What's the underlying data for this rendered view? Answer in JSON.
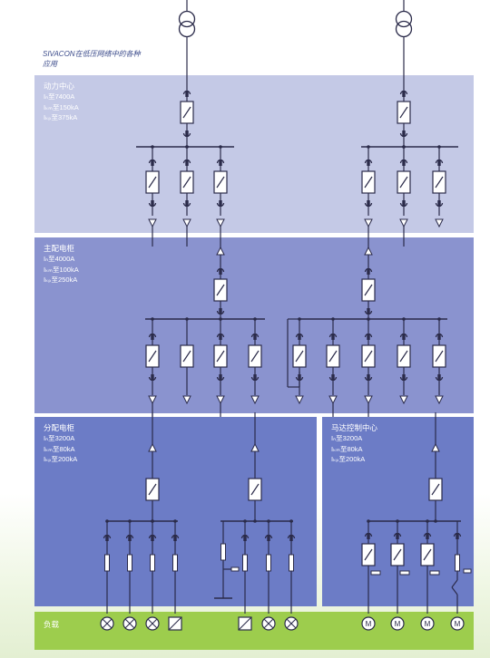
{
  "title": "SIVACON在低压网络中的各种应用",
  "sections": {
    "power_center": {
      "name": "动力中心",
      "specs": [
        "Iₙ至7400A",
        "Iₖₘ至150kA",
        "Iₖₚ至375kA"
      ],
      "color": "#c4c9e6"
    },
    "main_distribution": {
      "name": "主配电柜",
      "specs": [
        "Iₙ至4000A",
        "Iₖₘ至100kA",
        "Iₖₚ至250kA"
      ],
      "color": "#8a93cf"
    },
    "sub_distribution": {
      "name": "分配电柜",
      "specs": [
        "Iₙ至3200A",
        "Iₖₘ至80kA",
        "Iₖₚ至200kA"
      ],
      "color": "#6c7cc6"
    },
    "motor_control_center": {
      "name": "马达控制中心",
      "specs": [
        "Iₙ至3200A",
        "Iₖₘ至80kA",
        "Iₖₚ至200kA"
      ],
      "color": "#6c7cc6"
    },
    "load": {
      "name": "负载",
      "color": "#9dcd4d"
    }
  },
  "colors": {
    "line": "#2b2b4a",
    "switch_fill": "#ffffff"
  },
  "loads": {
    "sub_left": [
      "lamp-icon",
      "lamp-icon",
      "lamp-icon",
      "drive-icon"
    ],
    "sub_right": [
      "drive-icon",
      "lamp-icon",
      "lamp-icon"
    ],
    "motors": [
      "M",
      "M",
      "M",
      "M"
    ]
  }
}
